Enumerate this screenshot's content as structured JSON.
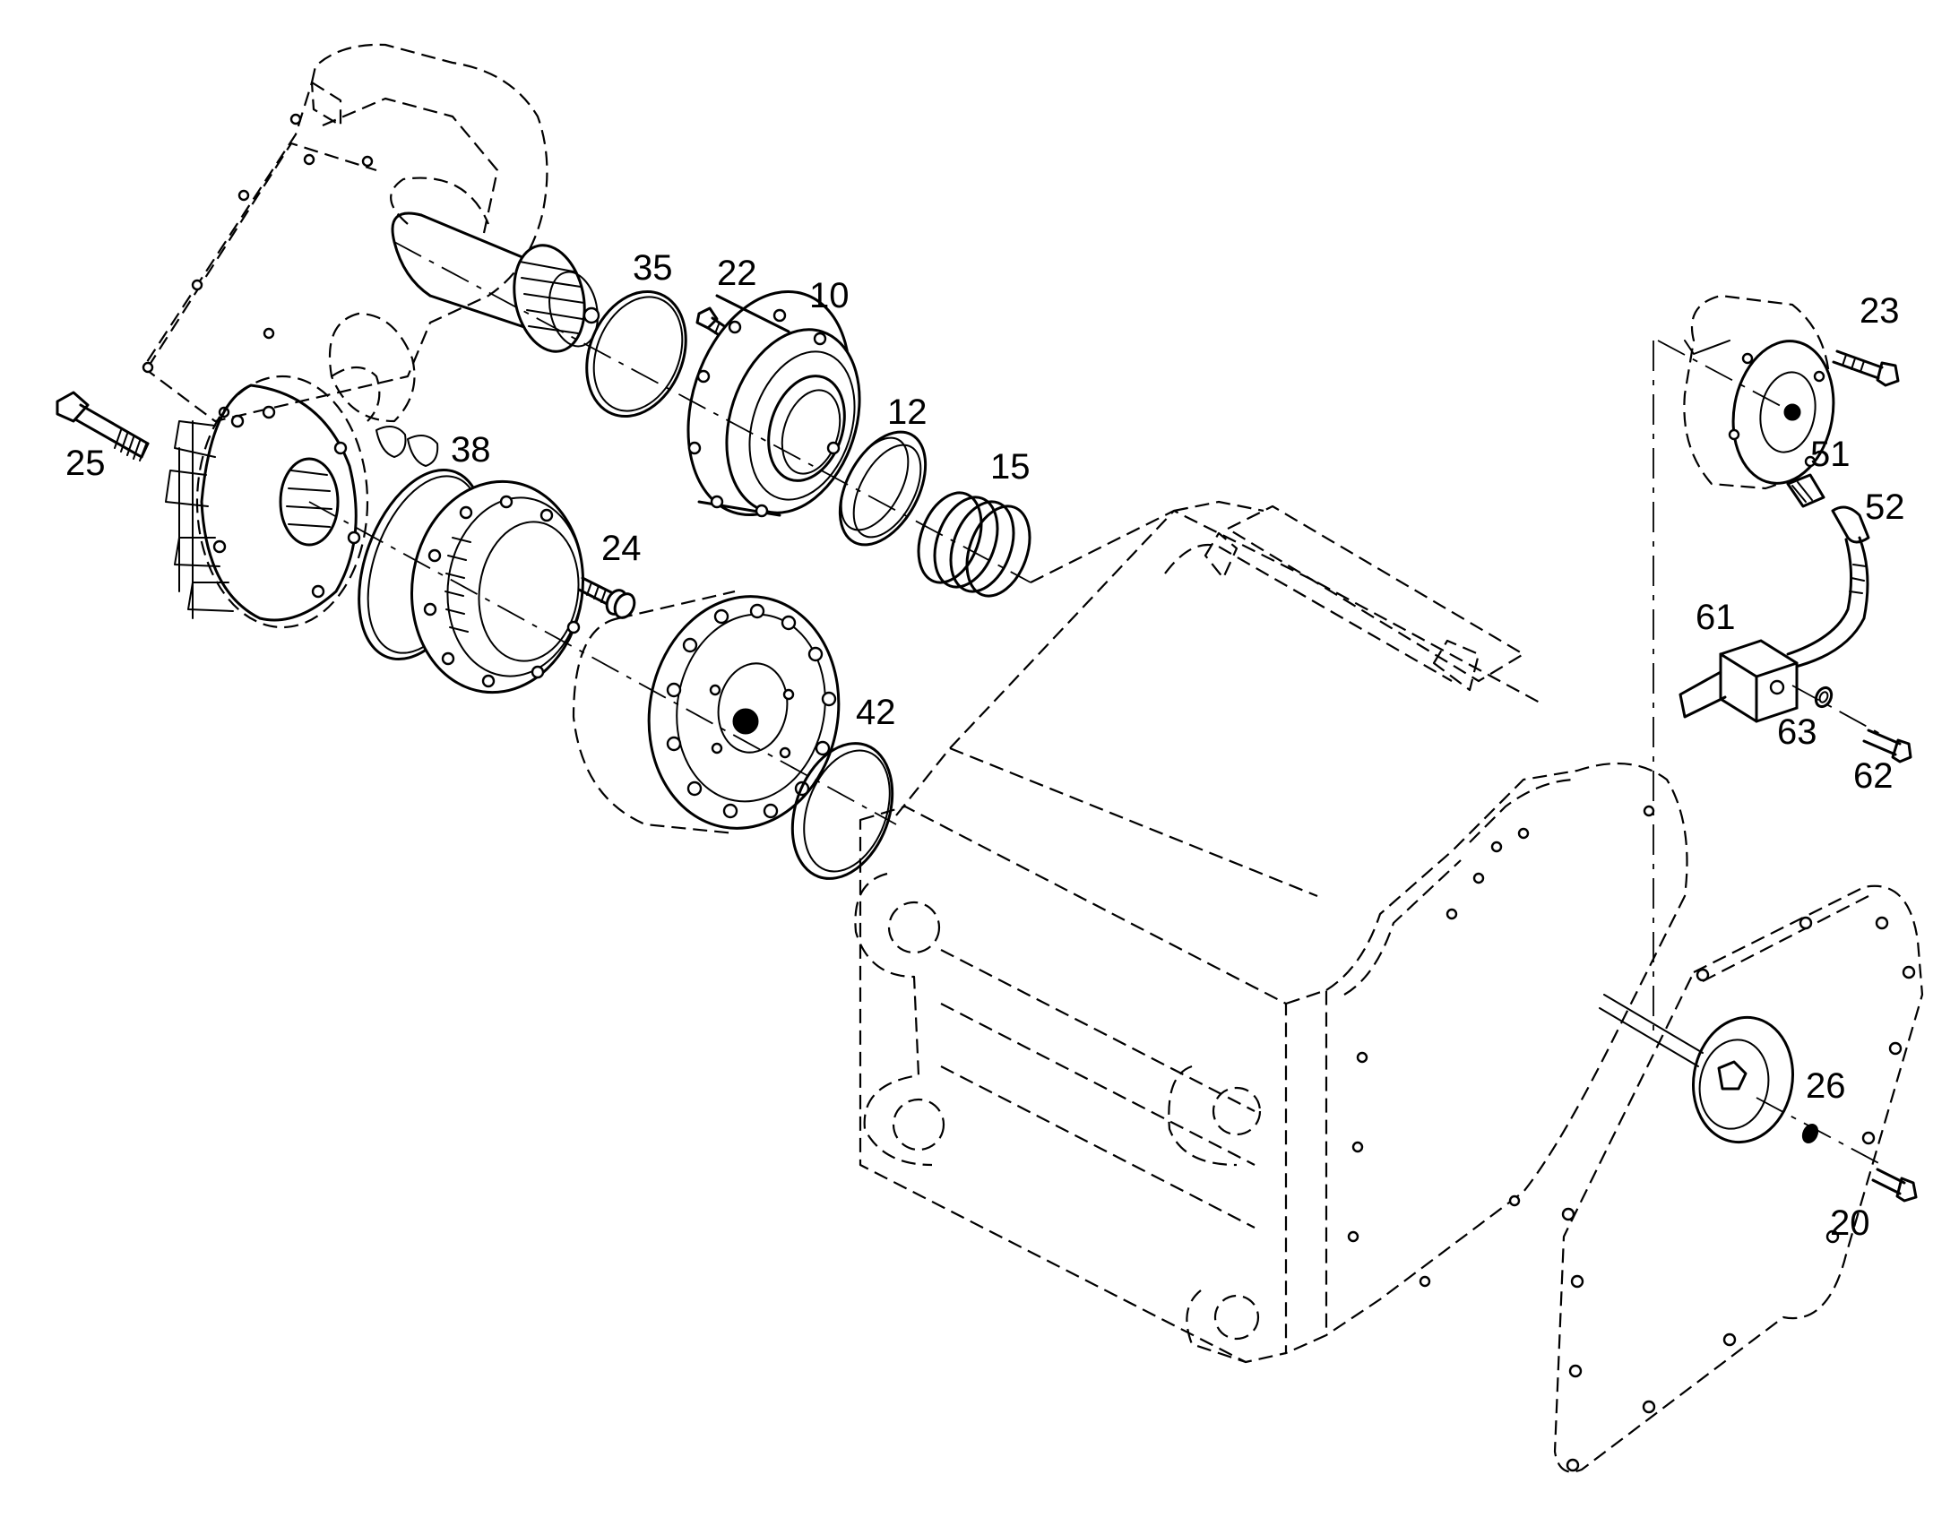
{
  "diagram": {
    "callouts": [
      {
        "id": "35",
        "label": "35"
      },
      {
        "id": "22",
        "label": "22"
      },
      {
        "id": "10",
        "label": "10"
      },
      {
        "id": "12",
        "label": "12"
      },
      {
        "id": "15",
        "label": "15"
      },
      {
        "id": "25",
        "label": "25"
      },
      {
        "id": "38",
        "label": "38"
      },
      {
        "id": "24",
        "label": "24"
      },
      {
        "id": "42",
        "label": "42"
      },
      {
        "id": "23",
        "label": "23"
      },
      {
        "id": "51",
        "label": "51"
      },
      {
        "id": "52",
        "label": "52"
      },
      {
        "id": "61",
        "label": "61"
      },
      {
        "id": "63",
        "label": "63"
      },
      {
        "id": "62",
        "label": "62"
      },
      {
        "id": "26",
        "label": "26"
      },
      {
        "id": "20",
        "label": "20"
      }
    ]
  }
}
